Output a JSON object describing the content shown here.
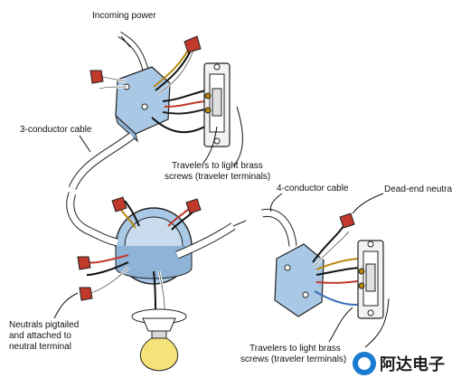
{
  "labels": {
    "incoming_power": "Incoming power",
    "three_conductor": "3-conductor cable",
    "travelers_top_line1": "Travelers to light brass",
    "travelers_top_line2": "screws (traveler terminals)",
    "four_conductor": "4-conductor cable",
    "dead_end_neutral": "Dead-end neutral",
    "neutrals_line1": "Neutrals pigtailed",
    "neutrals_line2": "and attached to",
    "neutral_line3": "neutral terminal",
    "travelers_bottom_line1": "Travelers to light brass",
    "travelers_bottom_line2": "screws (traveler terminals)"
  },
  "watermark": {
    "text": "阿达电子",
    "logo": "watermark-logo-icon"
  },
  "colors": {
    "box_blue": "#a9c8e6",
    "wire_red": "#c0392b",
    "wire_black": "#111111",
    "wire_white": "#ffffff",
    "wire_copper": "#b8860b",
    "wire_blue": "#3c6fb5",
    "wire_nut": "#c0392b",
    "bulb": "#f6e27a",
    "watermark_blue": "#1a7bd0"
  }
}
